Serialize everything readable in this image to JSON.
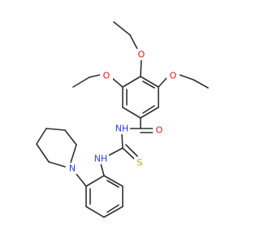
{
  "colors": {
    "bond": "#303030",
    "oxygen": "#e8170a",
    "nitrogen": "#2c3ce0",
    "sulfur": "#b5a800",
    "background": "#ffffff"
  },
  "atoms": {
    "o_top": "O",
    "o_left": "O",
    "o_right": "O",
    "o_carbonyl": "O",
    "nh_amide": "NH",
    "s_thio": "S",
    "nh_aryl": "NH",
    "n_piperidine": "N"
  }
}
